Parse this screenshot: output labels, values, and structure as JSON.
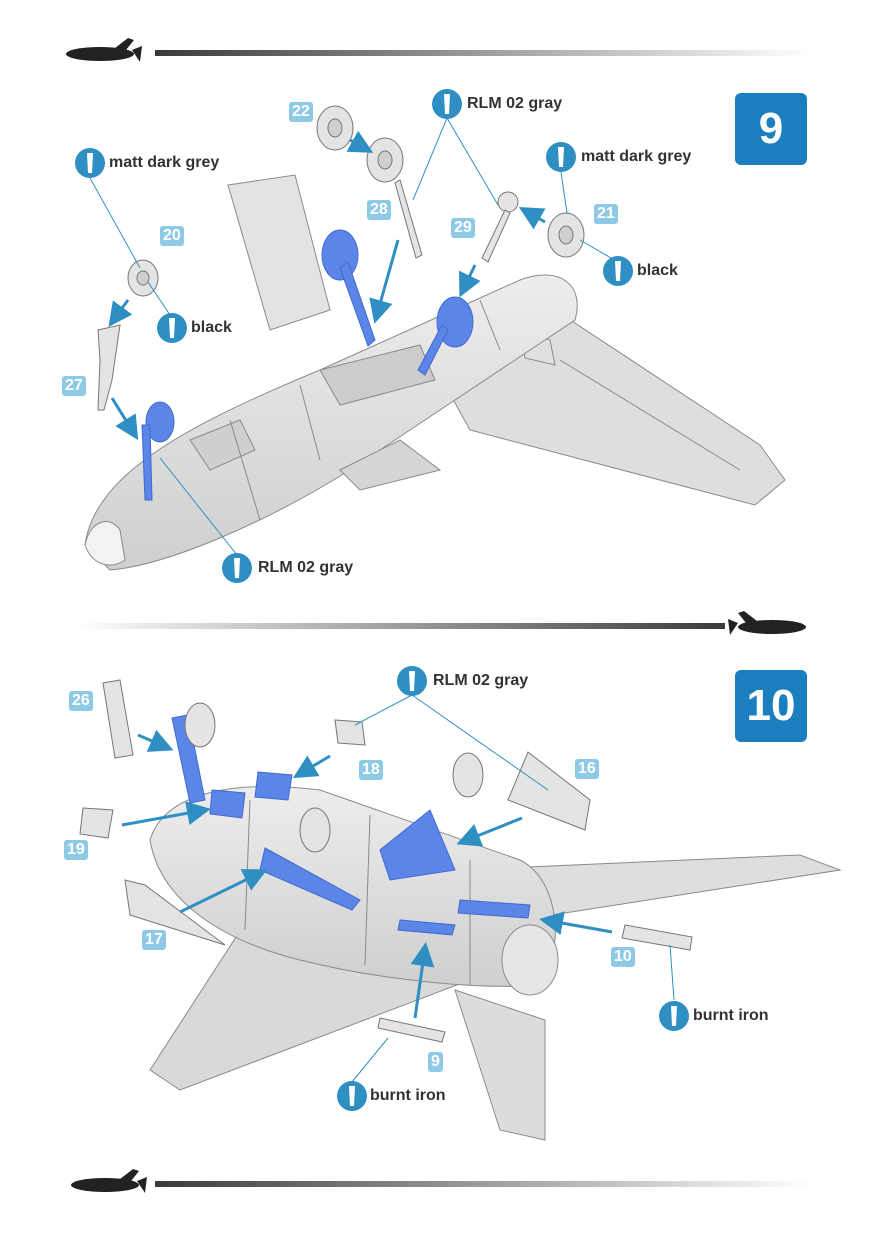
{
  "colors": {
    "accent": "#1b7fbf",
    "part_highlight": "#5b86e8",
    "number_tag": "#8ec9e6",
    "model_gray": "#dcdcdc",
    "leader": "#2f8fc3"
  },
  "step9": {
    "number": "9",
    "callouts": {
      "rlm_top": "RLM 02 gray",
      "matt_left": "matt dark grey",
      "matt_right": "matt dark grey",
      "black_left": "black",
      "black_right": "black",
      "rlm_bottom": "RLM 02 gray"
    },
    "parts": [
      "22",
      "28",
      "29",
      "21",
      "20",
      "27"
    ]
  },
  "step10": {
    "number": "10",
    "callouts": {
      "rlm_top": "RLM 02 gray",
      "burnt_right": "burnt iron",
      "burnt_bottom": "burnt iron"
    },
    "parts": [
      "26",
      "18",
      "16",
      "19",
      "17",
      "10",
      "9"
    ]
  },
  "icons": [
    "paint-drop-icon",
    "aircraft-silhouette-icon"
  ]
}
